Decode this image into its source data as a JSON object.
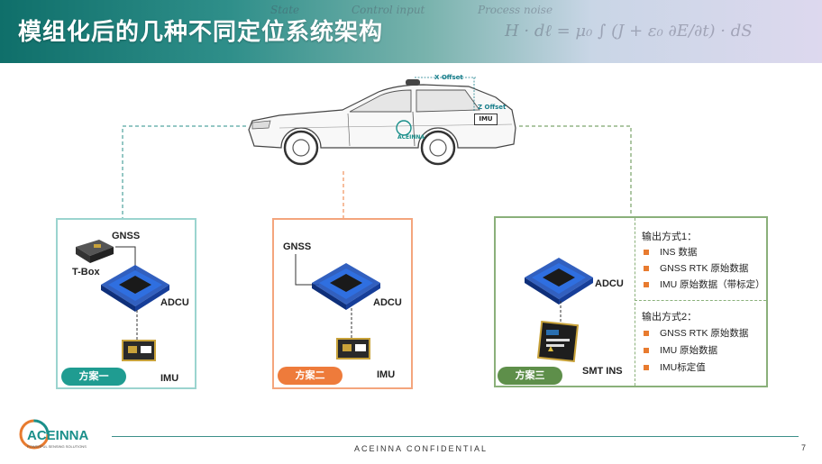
{
  "header": {
    "title": "模组化后的几种不同定位系统架构",
    "bg_formula_texts": [
      "State",
      "Control input",
      "Process noise",
      "H · dℓ = μ₀ ∫ (J + ε₀ ∂E/∂t) · dS"
    ]
  },
  "vehicle": {
    "x_offset_label": "X Offset",
    "z_offset_label": "Z Offset",
    "imu_tag": "IMU",
    "door_logo": "ACEINNA"
  },
  "panel1": {
    "gnss_label": "GNSS",
    "tbox_label": "T-Box",
    "adcu_label": "ADCU",
    "imu_label": "IMU",
    "scheme_label": "方案一",
    "color": "#1f9c91"
  },
  "panel2": {
    "gnss_label": "GNSS",
    "adcu_label": "ADCU",
    "imu_label": "IMU",
    "scheme_label": "方案二",
    "color": "#ee7b3b"
  },
  "panel3": {
    "adcu_label": "ADCU",
    "smt_label": "SMT INS",
    "scheme_label": "方案三",
    "color": "#5e8f4a",
    "output1": {
      "title": "输出方式1：",
      "items": [
        "INS 数据",
        "GNSS RTK 原始数据",
        "IMU 原始数据（带标定）"
      ]
    },
    "output2": {
      "title": "输出方式2：",
      "items": [
        "GNSS RTK 原始数据",
        "IMU 原始数据",
        "IMU标定值"
      ]
    }
  },
  "footer": {
    "confidential": "ACEINNA CONFIDENTIAL",
    "page_number": "7",
    "logo_text": "ACEINNA",
    "logo_tagline": "POWERFUL SENSING SOLUTIONS",
    "accent": "#e87b2f"
  }
}
